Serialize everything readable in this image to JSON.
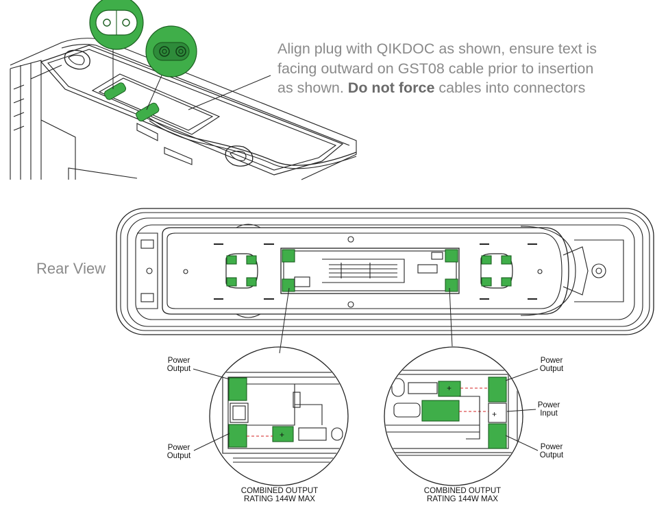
{
  "instruction": {
    "part1": "Align plug with QIKDOC as shown, ensure text is facing outward on GST08 cable prior to insertion as shown.",
    "bold": "Do not force",
    "part2": "cables into connectors"
  },
  "rear_view_label": "Rear View",
  "left_detail": {
    "callouts": {
      "top": "Power Output",
      "bottom": "Power Output"
    },
    "rating_line1": "COMBINED OUTPUT",
    "rating_line2": "RATING 144W MAX"
  },
  "right_detail": {
    "callouts": {
      "top": "Power Output",
      "middle": "Power Input",
      "bottom": "Power Output"
    },
    "rating_line1": "COMBINED OUTPUT",
    "rating_line2": "RATING 144W MAX"
  },
  "colors": {
    "connector_green": "#3fae49",
    "connector_dark_green": "#1f8a2e",
    "line": "#222222",
    "text_gray": "#8a8a8a",
    "wire_red": "#d32020"
  }
}
